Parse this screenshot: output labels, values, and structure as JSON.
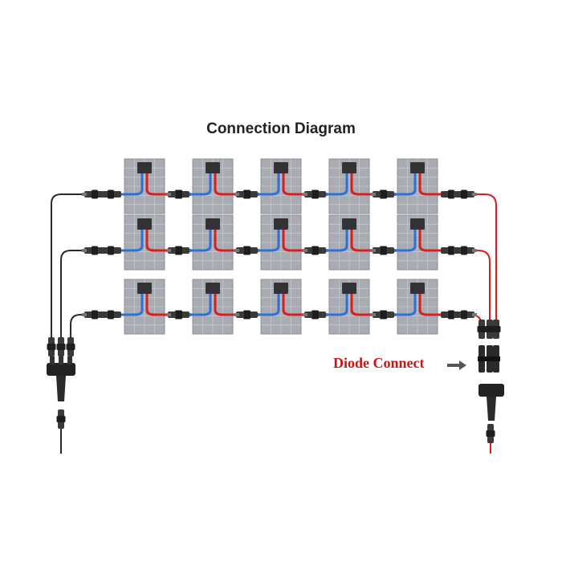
{
  "diagram": {
    "title": "Connection Diagram",
    "diode_label": "Diode Connect",
    "rows": 3,
    "panels_per_row": 5,
    "colors": {
      "negative_wire": "#2a2a2a",
      "positive_wire": "#d42020",
      "panel_body": "#a9acb2",
      "junction_box": "#333333",
      "lead_blue": "#2e6fd8",
      "lead_red": "#d42020",
      "arrow": "#555555"
    }
  }
}
